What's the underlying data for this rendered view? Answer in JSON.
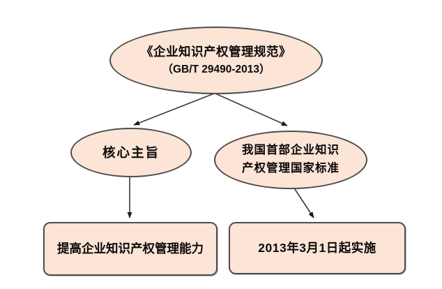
{
  "diagram": {
    "background_color": "#ffffff",
    "node_fill_color": "#fce4d6",
    "node_border_color": "#4d4d4d",
    "arrow_color": "#3a3a3a",
    "text_color": "#0a0a0a",
    "nodes": {
      "root": {
        "title": "《企业知识产权管理规范》",
        "subtitle": "（GB/T 29490-2013）"
      },
      "core_theme": {
        "label": "核心主旨"
      },
      "national_standard": {
        "lines": [
          "我国首部企业知识",
          "产权管理国家标准"
        ]
      },
      "improve_capability": {
        "label": "提高企业知识产权管理能力"
      },
      "implementation_date": {
        "label": "2013年3月1日起实施"
      }
    }
  }
}
